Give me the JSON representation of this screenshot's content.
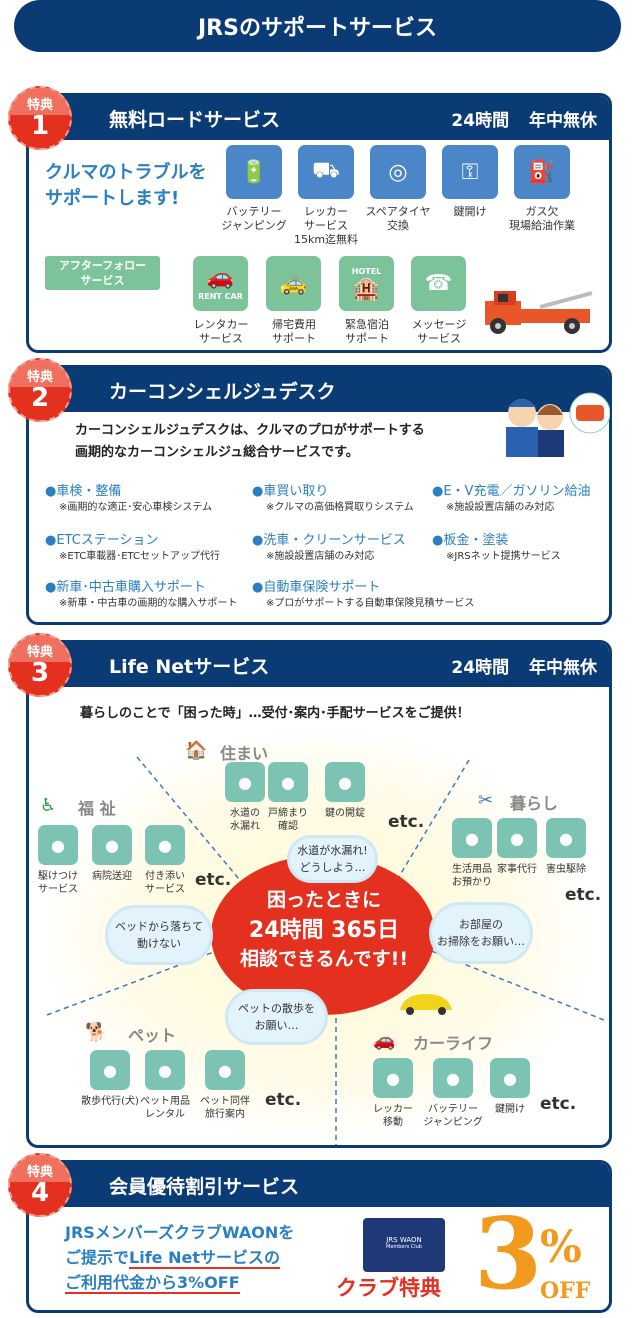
{
  "page_title": "JRSのサポートサービス",
  "badge_label": "特典",
  "colors": {
    "navy": "#0b3b75",
    "accent_blue": "#2a7fc0",
    "badge_red": "#e3301f",
    "icon_blue": "#4a86c8",
    "icon_green": "#7cc39a"
  },
  "s1": {
    "num": "1",
    "title": "無料ロードサービス",
    "hours": "24時間 年中無休",
    "lead": "クルマのトラブルを\nサポートします!",
    "services": [
      {
        "icon": "battery-icon",
        "label": "バッテリー\nジャンピング"
      },
      {
        "icon": "tow-truck-icon",
        "label": "レッカー\nサービス\n15km迄無料"
      },
      {
        "icon": "tire-icon",
        "label": "スペアタイヤ\n交換"
      },
      {
        "icon": "key-icon",
        "label": "鍵開け"
      },
      {
        "icon": "fuel-pump-icon",
        "label": "ガス欠\n現場給油作業"
      }
    ],
    "after_label": "アフターフォロー\nサービス",
    "after": [
      {
        "icon": "rent-car-icon",
        "label": "レンタカー\nサービス",
        "tag": "RENT CAR"
      },
      {
        "icon": "taxi-train-icon",
        "label": "帰宅費用\nサポート"
      },
      {
        "icon": "hotel-icon",
        "label": "緊急宿泊\nサポート",
        "tag": "HOTEL"
      },
      {
        "icon": "telephone-icon",
        "label": "メッセージ\nサービス"
      }
    ]
  },
  "s2": {
    "num": "2",
    "title": "カーコンシェルジュデスク",
    "lead": "カーコンシェルジュデスクは、クルマのプロがサポートする\n画期的なカーコンシェルジュ総合サービスです。",
    "items": [
      {
        "t": "●車検・整備",
        "s": "※画期的な適正･安心車検システム"
      },
      {
        "t": "●車買い取り",
        "s": "※クルマの高価格買取りシステム"
      },
      {
        "t": "●E・V充電／ガソリン給油",
        "s": "※施設設置店舗のみ対応"
      },
      {
        "t": "●ETCステーション",
        "s": "※ETC車載器･ETCセットアップ代行"
      },
      {
        "t": "●洗車・クリーンサービス",
        "s": "※施設設置店舗のみ対応"
      },
      {
        "t": "●板金・塗装",
        "s": "※JRSネット提携サービス"
      },
      {
        "t": "●新車･中古車購入サポート",
        "s": "※新車・中古車の画期的な購入サポート"
      },
      {
        "t": "●自動車保険サポート",
        "s": "※プロがサポートする自動車保険見積サービス"
      }
    ]
  },
  "s3": {
    "num": "3",
    "title": "Life Netサービス",
    "hours": "24時間 年中無休",
    "lead": "暮らしのことで「困った時」…受付･案内･手配サービスをご提供！",
    "center": [
      "困ったときに",
      "24時間 365日",
      "相談できるんです!!"
    ],
    "etc": "etc.",
    "cats": {
      "home": {
        "name": "住まい",
        "items": [
          "水道の\n水漏れ",
          "戸締まり\n確認",
          "鍵の開錠"
        ]
      },
      "welfare": {
        "name": "福 祉",
        "items": [
          "駆けつけ\nサービス",
          "病院送迎",
          "付き添い\nサービス"
        ]
      },
      "living": {
        "name": "暮らし",
        "items": [
          "生活用品\nお預かり",
          "家事代行",
          "害虫駆除"
        ]
      },
      "pet": {
        "name": "ペット",
        "items": [
          "散歩代行(犬)",
          "ペット用品\nレンタル",
          "ペット同伴\n旅行案内"
        ]
      },
      "carlife": {
        "name": "カーライフ",
        "items": [
          "レッカー\n移動",
          "バッテリー\nジャンピング",
          "鍵開け"
        ]
      }
    },
    "clouds": [
      "水道が水漏れ!\nどうしよう…",
      "ベッドから落ちて\n動けない",
      "お部屋の\nお掃除をお願い…",
      "ペットの散歩を\nお願い…"
    ]
  },
  "s4": {
    "num": "4",
    "title": "会員優待割引サービス",
    "lead1": "JRSメンバーズクラブWAONを",
    "lead2a": "ご提示で",
    "lead2b": "Life Netサービスの",
    "lead3": "ご利用代金から3%OFF",
    "card_brand": "JRS WAON",
    "card_sub": "Members Club",
    "club": "クラブ特典",
    "big": "3",
    "pct": "%",
    "off": "OFF"
  }
}
